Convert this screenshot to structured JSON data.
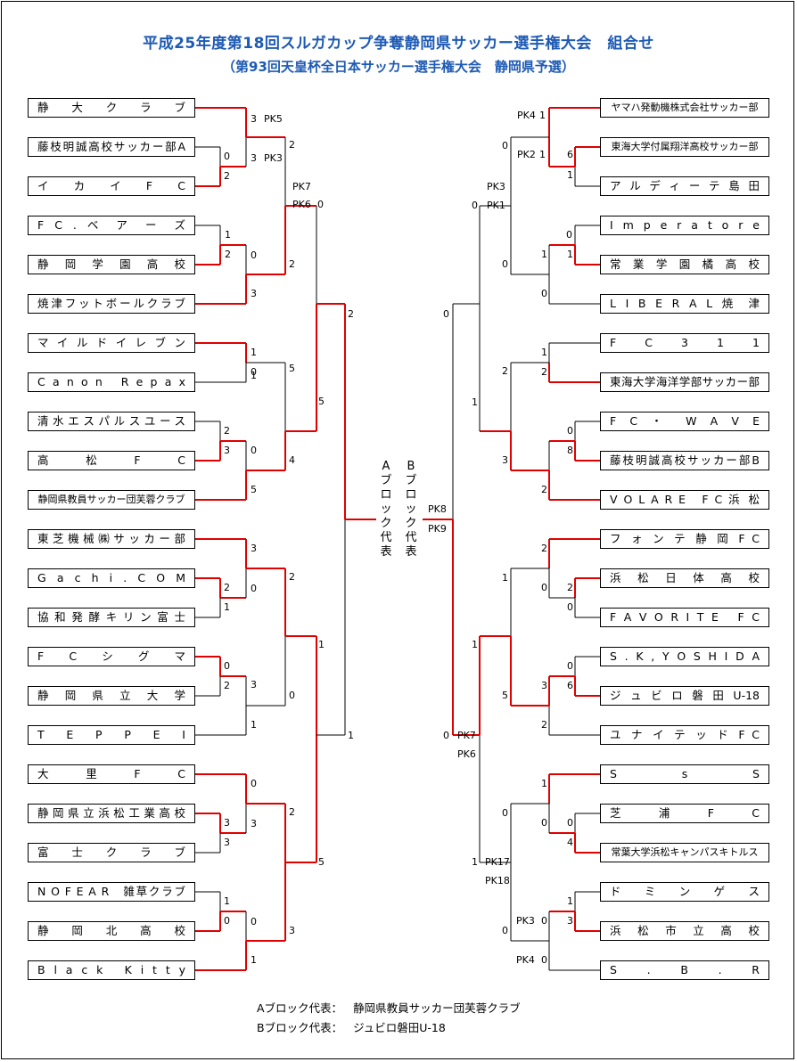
{
  "title": "平成25年度第18回スルガカップ争奪静岡県サッカー選手権大会　組合せ",
  "subtitle": "（第93回天皇杯全日本サッカー選手権大会　静岡県予選）",
  "left_teams": [
    "静　大　ク　ラ　ブ",
    "藤枝明誠高校サッカー部A",
    "イ　カ　イ　F　C",
    "F C . ベ ア ー ズ",
    "静　岡　学　園　高　校",
    "焼津フットボールクラブ",
    "マ イ ル ド イ レ ブ ン",
    "C a n o n　R e p a x",
    "清水エスパルスユース",
    "高　松　F　C",
    "静岡県教員サッカー団芙蓉クラブ",
    "東芝機械㈱サッカー部",
    "G a c h i . C O M",
    "協和発酵キリン富士",
    "F　C　シ　グ　マ",
    "静　岡　県　立　大　学",
    "T　E　P　P　E　I",
    "大　里　F　C",
    "静岡県立浜松工業高校",
    "富　士　ク　ラ　ブ",
    "N O F E A R　雑草クラブ",
    "静　岡　北　高　校",
    "B l a c k　K i t t y"
  ],
  "right_teams": [
    "ヤマハ発動機株式会社サッカー部",
    "東海大学付属翔洋高校サッカー部",
    "ア ル デ ィ ー テ 島 田",
    "I m p e r a t o r e",
    "常　業　学　園　橘　高　校",
    "L I B E R A L 焼 津",
    "F　C　3　1　1",
    "東海大学海洋学部サッカー部",
    "F C ・ W A V E",
    "藤枝明誠高校サッカー部B",
    "V O L A R E　F C 浜 松",
    "フ ォ ン テ 静 岡 F C",
    "浜　松　日　体　高　校",
    "F A V O R I T E　F C",
    "S . K , Y O S H I D A",
    "ジ ュ ビ ロ 磐 田 U-18",
    "ユ ナ イ テ ッ ド F C",
    "S　s　S",
    "芝　浦　F　C",
    "常葉大学浜松キャンパスキトルス",
    "ド　ミ　ン　ゲ　ス",
    "浜　松　市　立　高　校",
    "S　.　B　.　R"
  ],
  "center": {
    "a_block_vertical": "Aブロック代表",
    "b_block_vertical": "Bブロック代表"
  },
  "footer": {
    "a_label": "Aブロック代表：",
    "a_value": "静岡県教員サッカー団芙蓉クラブ",
    "b_label": "Bブロック代表：",
    "b_value": "ジュビロ磐田U-18"
  },
  "scores": {
    "left": {
      "r1": [
        "3",
        "0",
        "2",
        "1",
        "2",
        "3",
        "1",
        "0",
        "2",
        "3",
        "5",
        "3",
        "2",
        "1",
        "0",
        "2",
        "1",
        "0",
        "3",
        "3",
        "1",
        "0",
        "1"
      ],
      "r2": [
        "3",
        "2",
        "0",
        "2",
        "1",
        "5",
        "0",
        "4",
        "2",
        "0",
        "3",
        "0",
        "2",
        "3",
        "0",
        "3"
      ],
      "r3": [
        "0",
        "2",
        "1",
        "5",
        "1",
        "0",
        "2",
        "5"
      ],
      "r4": [
        "2",
        "1"
      ],
      "pk": [
        "PK5",
        "PK3",
        "PK7",
        "PK6"
      ]
    },
    "right": {
      "r1": [
        "1",
        "1",
        "6",
        "1",
        "0",
        "1",
        "0",
        "1",
        "2",
        "0",
        "8",
        "2",
        "2",
        "0",
        "2",
        "0",
        "0",
        "6",
        "1",
        "0",
        "0",
        "4",
        "1",
        "3",
        "0"
      ],
      "r2": [
        "0",
        "1",
        "0",
        "2",
        "1",
        "3",
        "1",
        "0",
        "5",
        "0",
        "0"
      ],
      "r3": [
        "0",
        "0",
        "1",
        "3"
      ],
      "r4": [
        "0",
        "1",
        "1",
        "0"
      ],
      "pk": [
        "PK4",
        "PK2",
        "PK3",
        "PK1",
        "PK8",
        "PK9",
        "PK7",
        "PK6",
        "PK17",
        "PK18",
        "PK3",
        "PK4"
      ]
    }
  },
  "colors": {
    "title": "#1E5AB4",
    "winner_line": "#E00000",
    "line": "#000000"
  }
}
